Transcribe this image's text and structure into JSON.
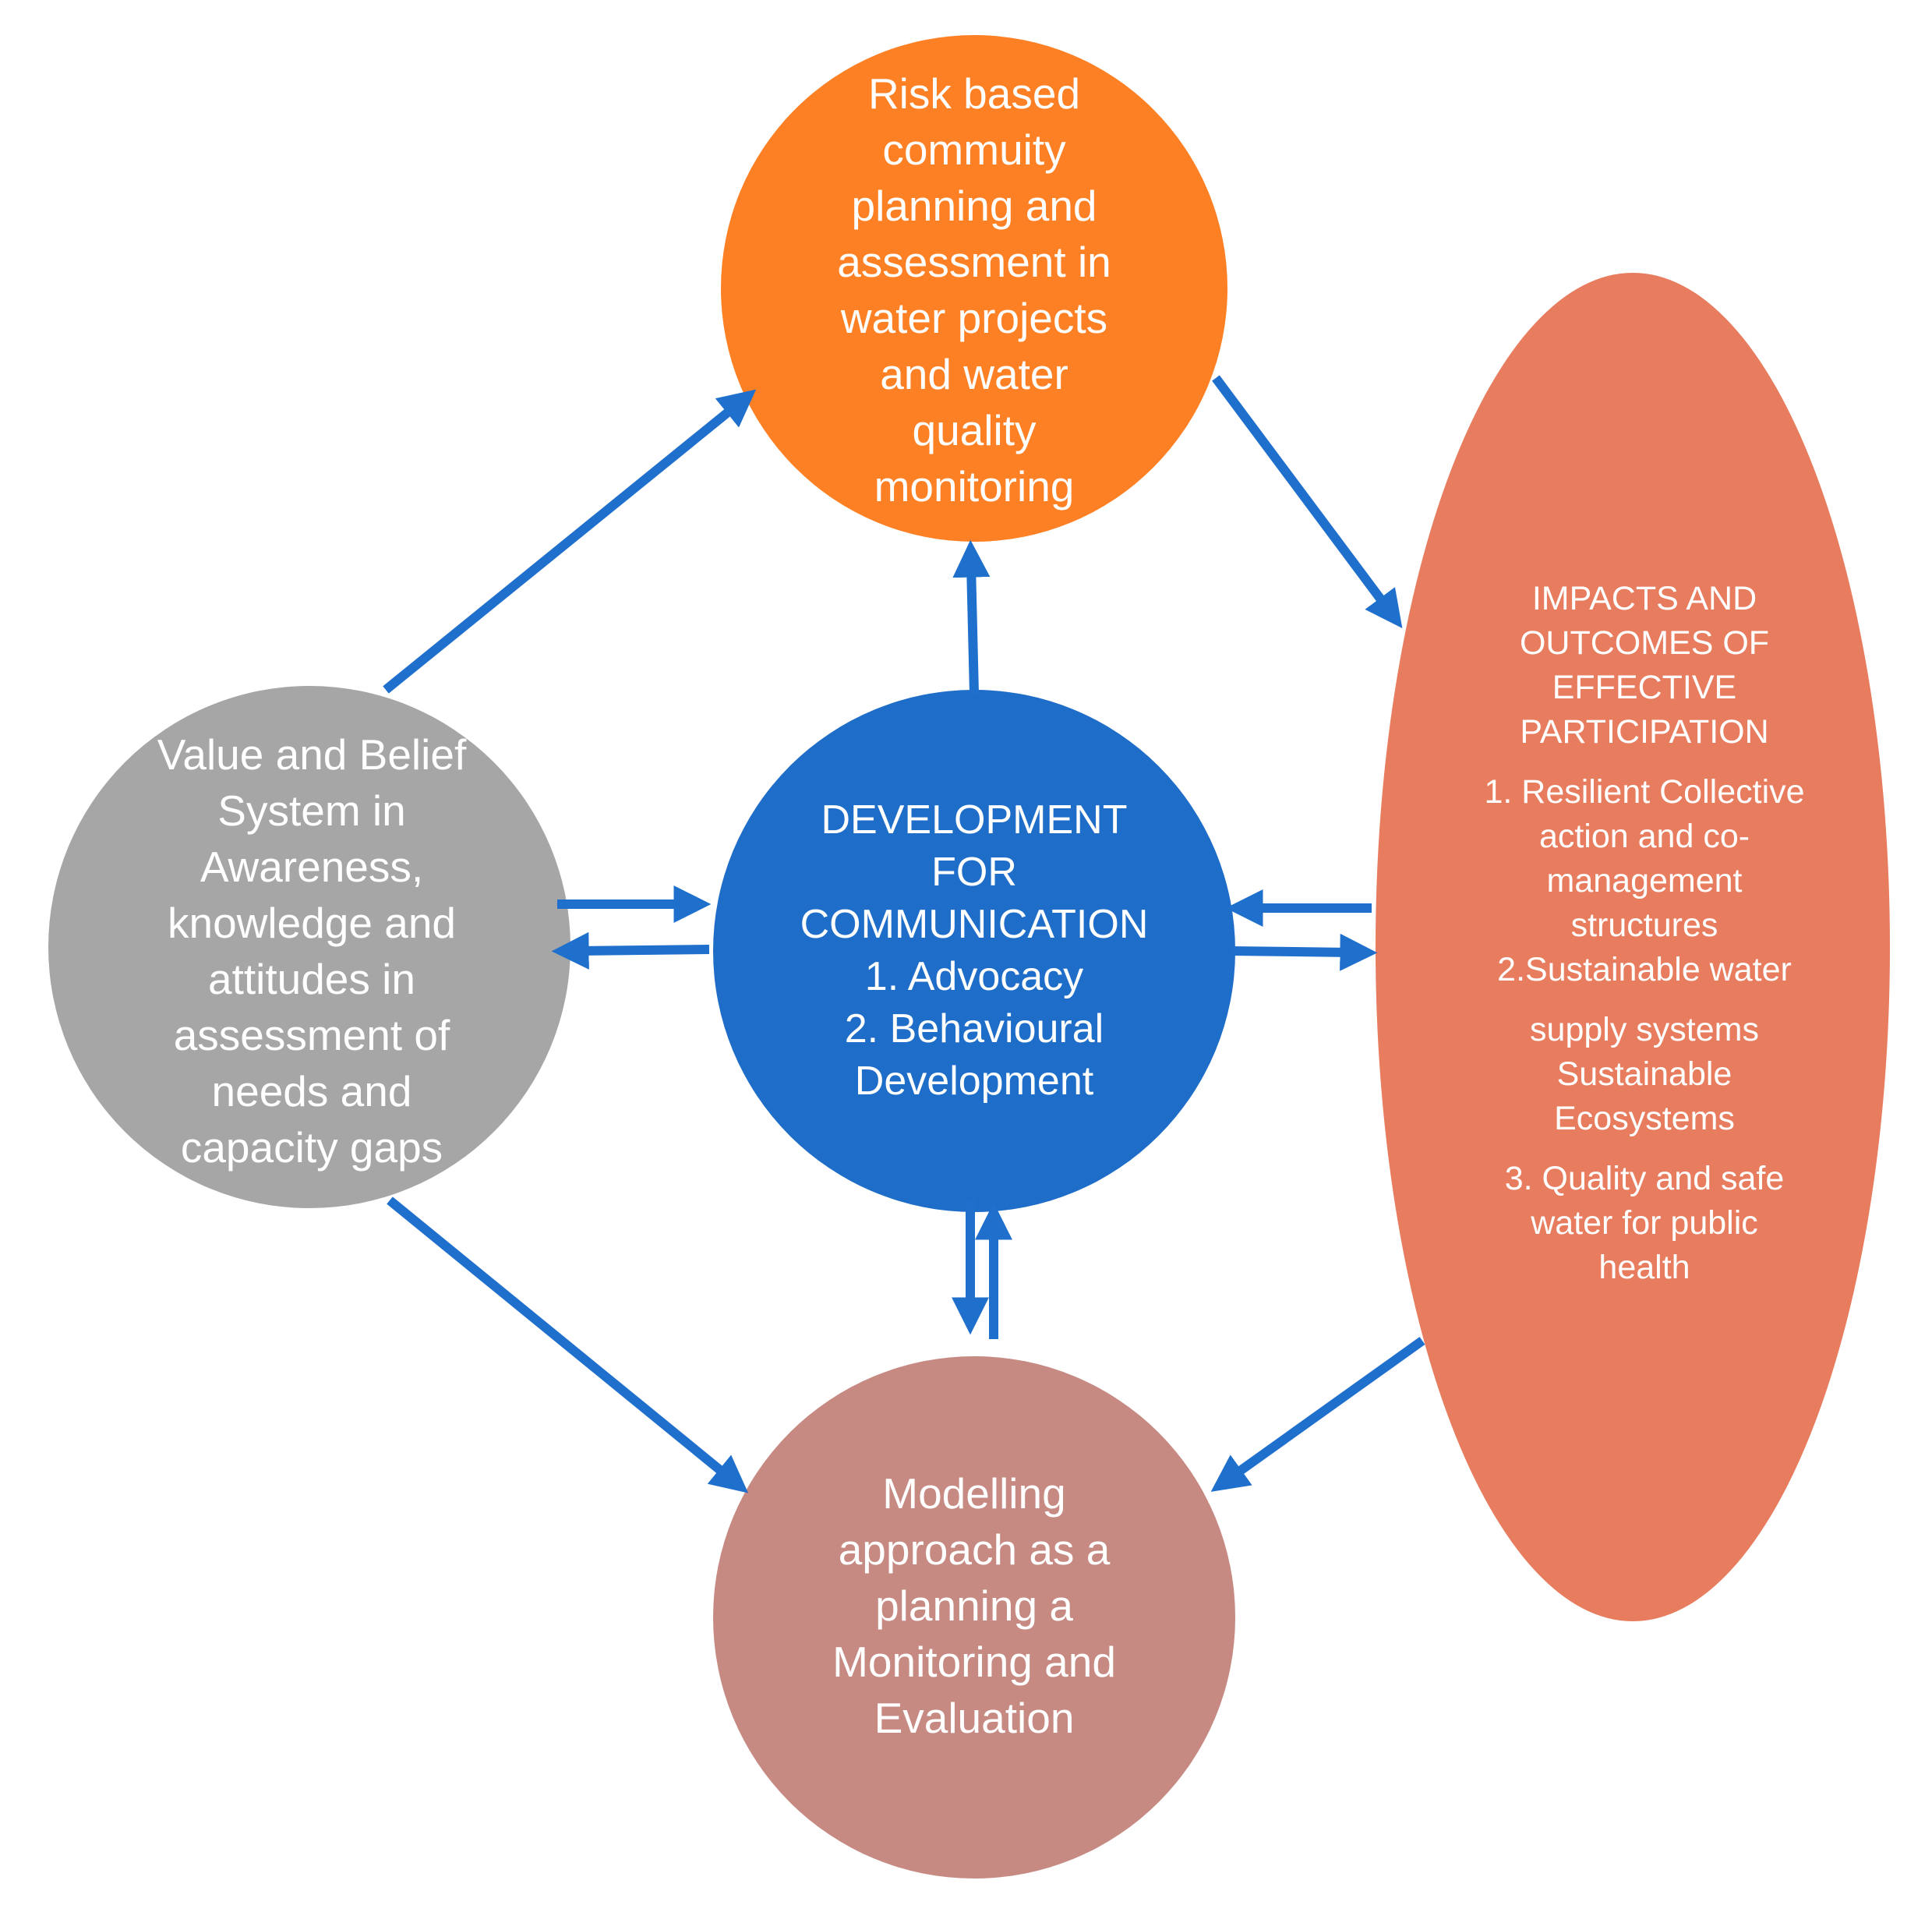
{
  "colors": {
    "top": "#FD8025",
    "left": "#A6A6A6",
    "center": "#1E6DC8",
    "bottom": "#C68A83",
    "right": "#E87C5E",
    "arrow": "#1F6FCD"
  },
  "nodes": {
    "top": {
      "lines": [
        "Risk based",
        "commuity",
        "planning and",
        "assessment in",
        "water projects",
        "and   water",
        "quality",
        "monitoring"
      ]
    },
    "left": {
      "lines": [
        "Value and Belief",
        "System in",
        "Awareness,",
        "knowledge and",
        "attitudes in",
        "assessment of",
        "needs and",
        "capacity  gaps"
      ]
    },
    "center": {
      "lines": [
        "DEVELOPMENT",
        "FOR",
        "COMMUNICATION",
        "1. Advocacy",
        "2. Behavioural",
        "Development"
      ]
    },
    "bottom": {
      "lines": [
        "Modelling",
        "approach as a",
        "planning a",
        "Monitoring and",
        "Evaluation"
      ]
    },
    "right": {
      "heading": [
        "IMPACTS AND",
        "OUTCOMES OF",
        "EFFECTIVE",
        "PARTICIPATION"
      ],
      "item1": [
        "1. Resilient Collective",
        "action and  co-",
        "management",
        "structures",
        "2.Sustainable water"
      ],
      "item2": [
        "supply systems",
        "Sustainable",
        "Ecosystems"
      ],
      "item3": [
        "3. Quality and safe",
        "water for public",
        "health"
      ]
    }
  }
}
